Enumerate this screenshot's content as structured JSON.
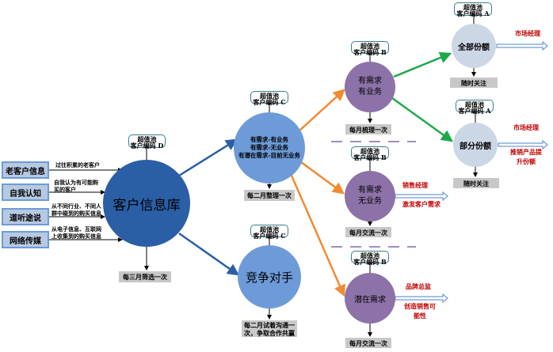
{
  "sources": [
    {
      "label": "老客户信息",
      "note": "过往积累的老客户"
    },
    {
      "label": "自我认知",
      "note": "自我认为有可能购买的客户"
    },
    {
      "label": "道听途说",
      "note": "从不同行业、不同人群中碰到的购买信息"
    },
    {
      "label": "网络传媒",
      "note": "从电子信息、互联网上收集到的购买信息"
    }
  ],
  "pool_label": "超值池",
  "nodes": {
    "database": {
      "label": "客户信息库",
      "code": "客户编码 D",
      "frequency": "每三月筛选一次",
      "color": "#2a5fa6"
    },
    "needs": {
      "label": "有需求-有业务\n有需求-无业务\n有潜在需求-目前无业务",
      "code": "客户编码 C",
      "frequency": "每二月整理一次",
      "color": "#6d9bd8"
    },
    "competitor": {
      "label": "竞争对手",
      "code": "客户编码 C",
      "frequency": "每二月试着沟通一次，争取合作共赢",
      "color": "#6d9bd8"
    },
    "need_business": {
      "label": "有需求\n有业务",
      "code": "客户编码 B",
      "frequency": "每月梳理一次",
      "color": "#8c72a8"
    },
    "need_no_business": {
      "label": "有需求\n无业务",
      "code": "客户编码 B",
      "frequency": "每月交流一次",
      "owner": "销售经理",
      "action": "激发客户需求",
      "color": "#8c72a8"
    },
    "potential": {
      "label": "潜在需求",
      "code": "客户编码 B",
      "frequency": "每月交流一次",
      "owner": "品牌总监",
      "action": "创造销售可能性",
      "color": "#8c72a8"
    },
    "full_share": {
      "label": "全部份额",
      "code": "客户编码 A",
      "frequency": "随时关注",
      "owner": "市场经理",
      "color": "#ccd7e6"
    },
    "partial_share": {
      "label": "部分份额",
      "code": "客户编码 A",
      "frequency": "随时关注",
      "owner": "市场经理",
      "action": "推销产品提升份额",
      "color": "#ccd7e6"
    }
  },
  "colors": {
    "blue_link": "#2a5fa6",
    "orange_link": "#f28a30",
    "green_link": "#1fa84a",
    "owner_text": "#c00000",
    "dashed_divider": "#a08cc0"
  }
}
